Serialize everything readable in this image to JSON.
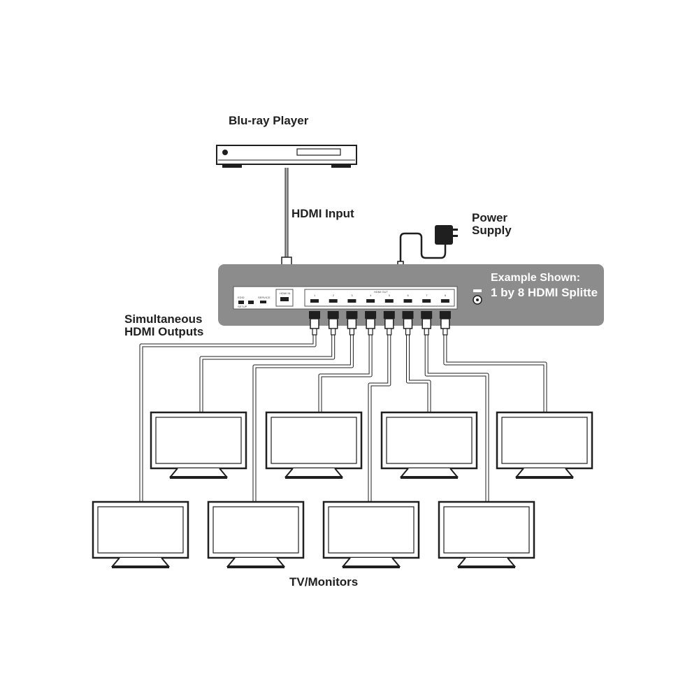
{
  "labels": {
    "source": "Blu-ray Player",
    "input_cable": "HDMI Input",
    "power_line1": "Power",
    "power_line2": "Supply",
    "example_line1": "Example Shown:",
    "example_line2": "1 by 8 HDMI Splitte",
    "outputs_line1": "Simultaneous",
    "outputs_line2": "HDMI Outputs",
    "displays": "TV/Monitors"
  },
  "panel": {
    "hdmi_in": "HDMI IN",
    "hdmi_out": "HDMI OUT",
    "service": "SERVICE",
    "edid": "EDID",
    "setup": "SETUP",
    "port_numbers": [
      "1",
      "2",
      "3",
      "4",
      "5",
      "6",
      "7",
      "8"
    ]
  },
  "colors": {
    "splitter_body": "#8c8c8c",
    "outline": "#1f1f1f",
    "cable": "#a8a8a8",
    "text_dark": "#1f1f1f",
    "text_on_splitter": "#ffffff"
  },
  "icons": [
    "blu-ray-player-icon",
    "power-adapter-icon",
    "hdmi-connector-icon",
    "tv-monitor-icon"
  ]
}
